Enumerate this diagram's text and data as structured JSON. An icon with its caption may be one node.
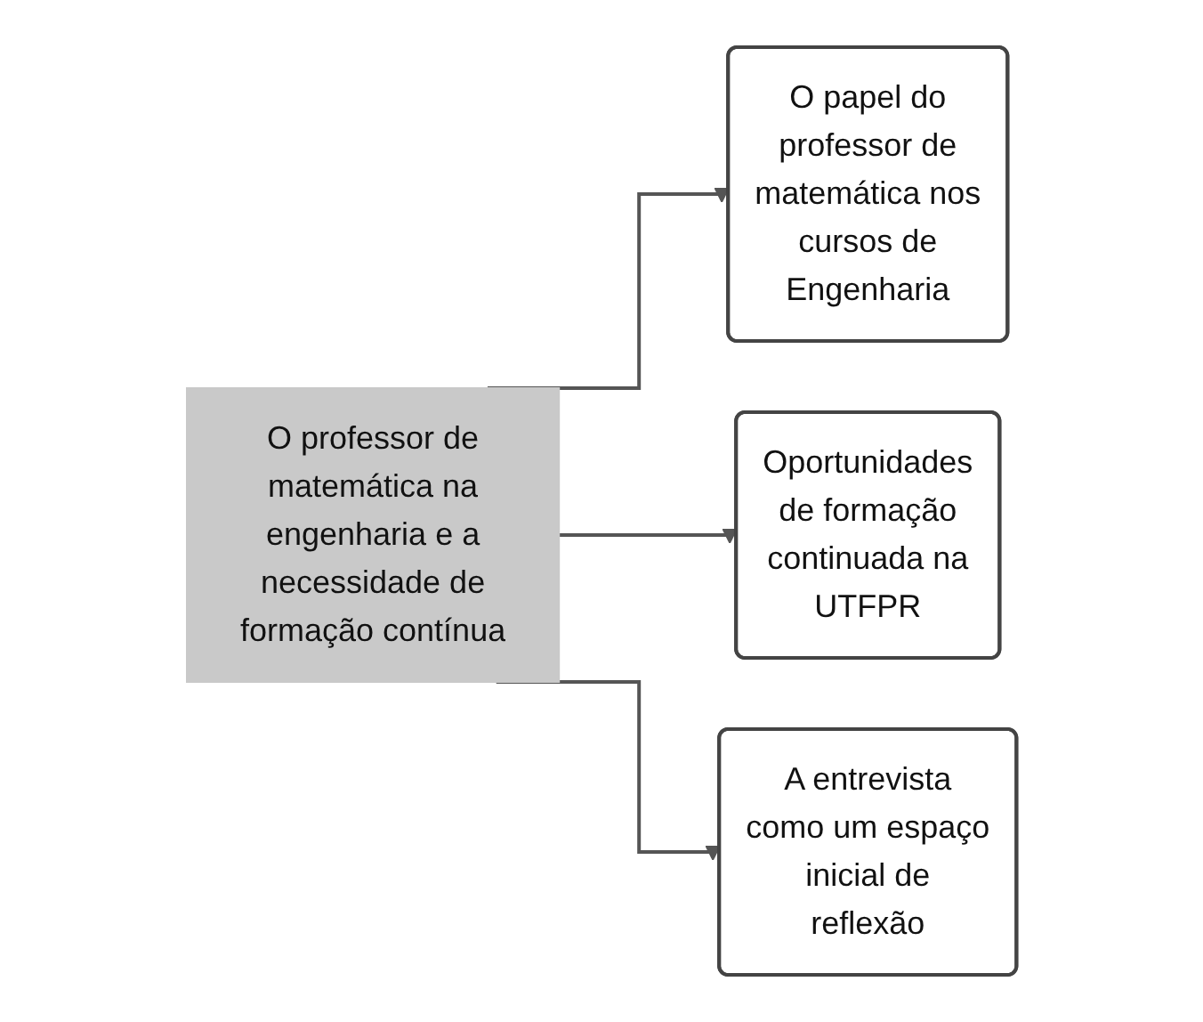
{
  "diagram": {
    "nodes": [
      {
        "text": [
          "O professor de matemática na engenharia e a necessidade de formação contínua"
        ]
      },
      {
        "text": [
          "O papel do professor de matemática nos cursos de Engenharia"
        ]
      },
      {
        "text": [
          "Oportunidades de formação continuada na UTFPR"
        ]
      },
      {
        "text": [
          "A entrevista como um espaço inicial de reflexão"
        ]
      }
    ],
    "edges": [
      {
        "from": 0,
        "to": 1,
        "arrow": "to"
      },
      {
        "from": 0,
        "to": 2,
        "arrow": "to"
      },
      {
        "from": 0,
        "to": 3,
        "arrow": "to"
      }
    ]
  }
}
